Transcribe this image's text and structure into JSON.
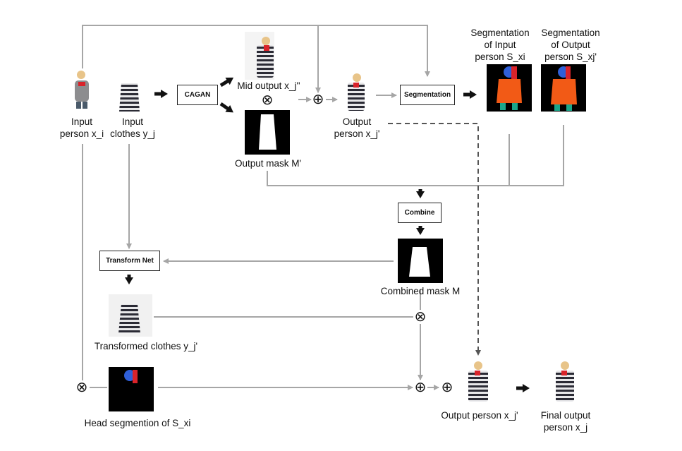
{
  "boxes": {
    "cagan": "CAGAN",
    "segmentation": "Segmentation",
    "combine": "Combine",
    "transform_net": "Transform Net"
  },
  "labels": {
    "input_person_1": "Input",
    "input_person_2": "person x_i",
    "input_clothes_1": "Input",
    "input_clothes_2": "clothes y_j",
    "mid_output": "Mid output x_j''",
    "output_mask": "Output mask M'",
    "output_person_1": "Output",
    "output_person_2": "person x_j'",
    "seg_input_1": "Segmentation",
    "seg_input_2": "of Input",
    "seg_input_3": "person S_xi",
    "seg_output_1": "Segmentation",
    "seg_output_2": "of Output",
    "seg_output_3": "person S_xj'",
    "combined_mask": "Combined mask M",
    "transformed_clothes": "Transformed clothes y_j'",
    "head_seg": "Head segmention of S_xi",
    "output_person_bottom": "Output person x_j'",
    "final_output_1": "Final output",
    "final_output_2": "person x_j"
  },
  "symbols": {
    "otimes": "⊗",
    "oplus": "⊕"
  },
  "colors": {
    "arrow_gray": "#a6a6a6",
    "arrow_dark": "#111111",
    "dashed": "#555555",
    "seg_orange": "#f25a16",
    "seg_blue": "#2f5fd8",
    "seg_red": "#d9232a",
    "seg_teal": "#1aa68a",
    "stripe_dark": "#2b2b35"
  }
}
